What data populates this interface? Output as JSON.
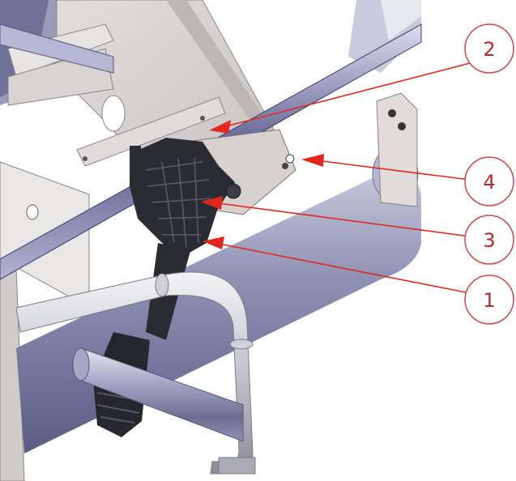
{
  "callouts": [
    {
      "id": "callout-2",
      "label": "2"
    },
    {
      "id": "callout-4",
      "label": "4"
    },
    {
      "id": "callout-3",
      "label": "3"
    },
    {
      "id": "callout-1",
      "label": "1"
    }
  ],
  "colors": {
    "callout_stroke": "#d04545",
    "callout_text": "#b22a2a",
    "arrow": "#e0281e",
    "tube_light": "#d9dae8",
    "tube_mid": "#9ea0c0",
    "tube_dark": "#55577a",
    "bracket": "#d8d4d4",
    "pedal": "#2b2c33"
  }
}
